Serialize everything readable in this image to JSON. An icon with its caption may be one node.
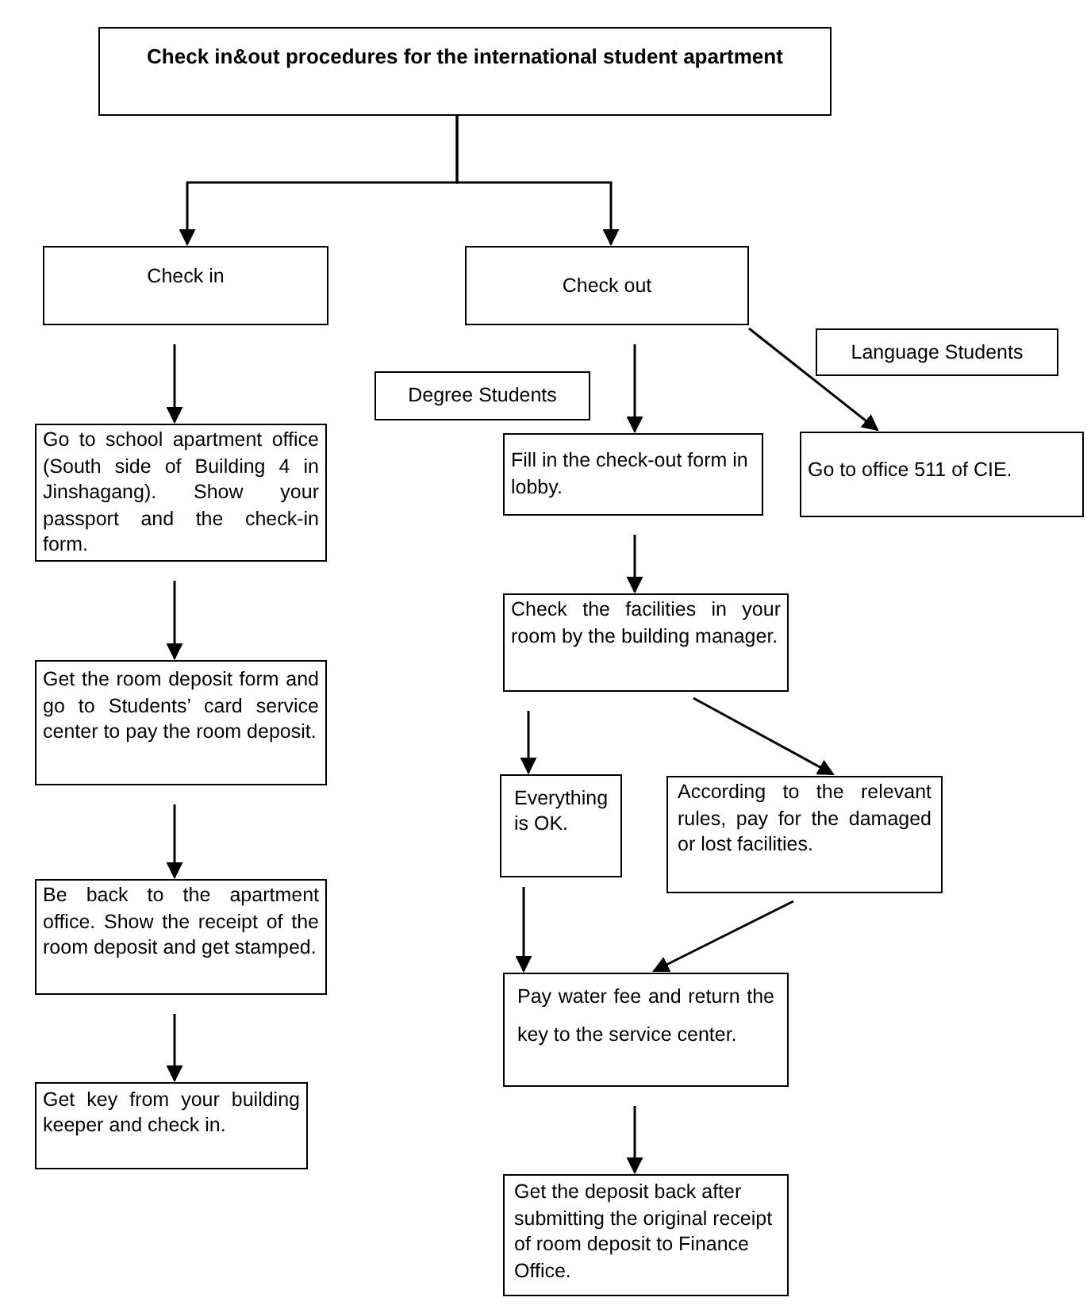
{
  "diagram": {
    "nodes": [
      {
        "text": [
          "Check in&out procedures for the international student apartment"
        ]
      },
      {
        "text": [
          "Check in"
        ]
      },
      {
        "text": [
          "Check out"
        ]
      },
      {
        "text": [
          "Language Students"
        ]
      },
      {
        "text": [
          "Degree Students"
        ]
      },
      {
        "text": [
          "Go to school apartment office (South side of Building 4 in Jinshagang). Show your passport and the check-in form."
        ]
      },
      {
        "text": [
          "Fill in the check-out form in lobby."
        ]
      },
      {
        "text": [
          "Go to office 511 of CIE."
        ]
      },
      {
        "text": [
          "Get the room deposit form and go to Students’ card service center to pay the room deposit."
        ]
      },
      {
        "text": [
          "Check the facilities in your room by the building manager."
        ]
      },
      {
        "text": [
          "Everything is OK."
        ]
      },
      {
        "text": [
          "According to the relevant rules, pay for the damaged or lost facilities."
        ]
      },
      {
        "text": [
          "Be back to the apartment office. Show the receipt of the room deposit and get stamped."
        ]
      },
      {
        "text": [
          "Get key from your building keeper and check in."
        ]
      },
      {
        "text": [
          "Pay water fee and return the key to the service center."
        ]
      },
      {
        "text": [
          "Get the deposit back after submitting the original receipt of room deposit to Finance Office."
        ]
      }
    ],
    "edges": [
      {
        "from": 0,
        "to": 1,
        "arrow": "to"
      },
      {
        "from": 0,
        "to": 2,
        "arrow": "to"
      },
      {
        "from": 1,
        "to": 5,
        "arrow": "to"
      },
      {
        "from": 5,
        "to": 8,
        "arrow": "to"
      },
      {
        "from": 8,
        "to": 12,
        "arrow": "to"
      },
      {
        "from": 12,
        "to": 13,
        "arrow": "to"
      },
      {
        "from": 2,
        "to": 6,
        "arrow": "to"
      },
      {
        "from": 2,
        "to": 7,
        "arrow": "to"
      },
      {
        "from": 6,
        "to": 9,
        "arrow": "to"
      },
      {
        "from": 9,
        "to": 10,
        "arrow": "to"
      },
      {
        "from": 9,
        "to": 11,
        "arrow": "to"
      },
      {
        "from": 10,
        "to": 14,
        "arrow": "to"
      },
      {
        "from": 11,
        "to": 14,
        "arrow": "to"
      },
      {
        "from": 14,
        "to": 15,
        "arrow": "to"
      }
    ]
  }
}
